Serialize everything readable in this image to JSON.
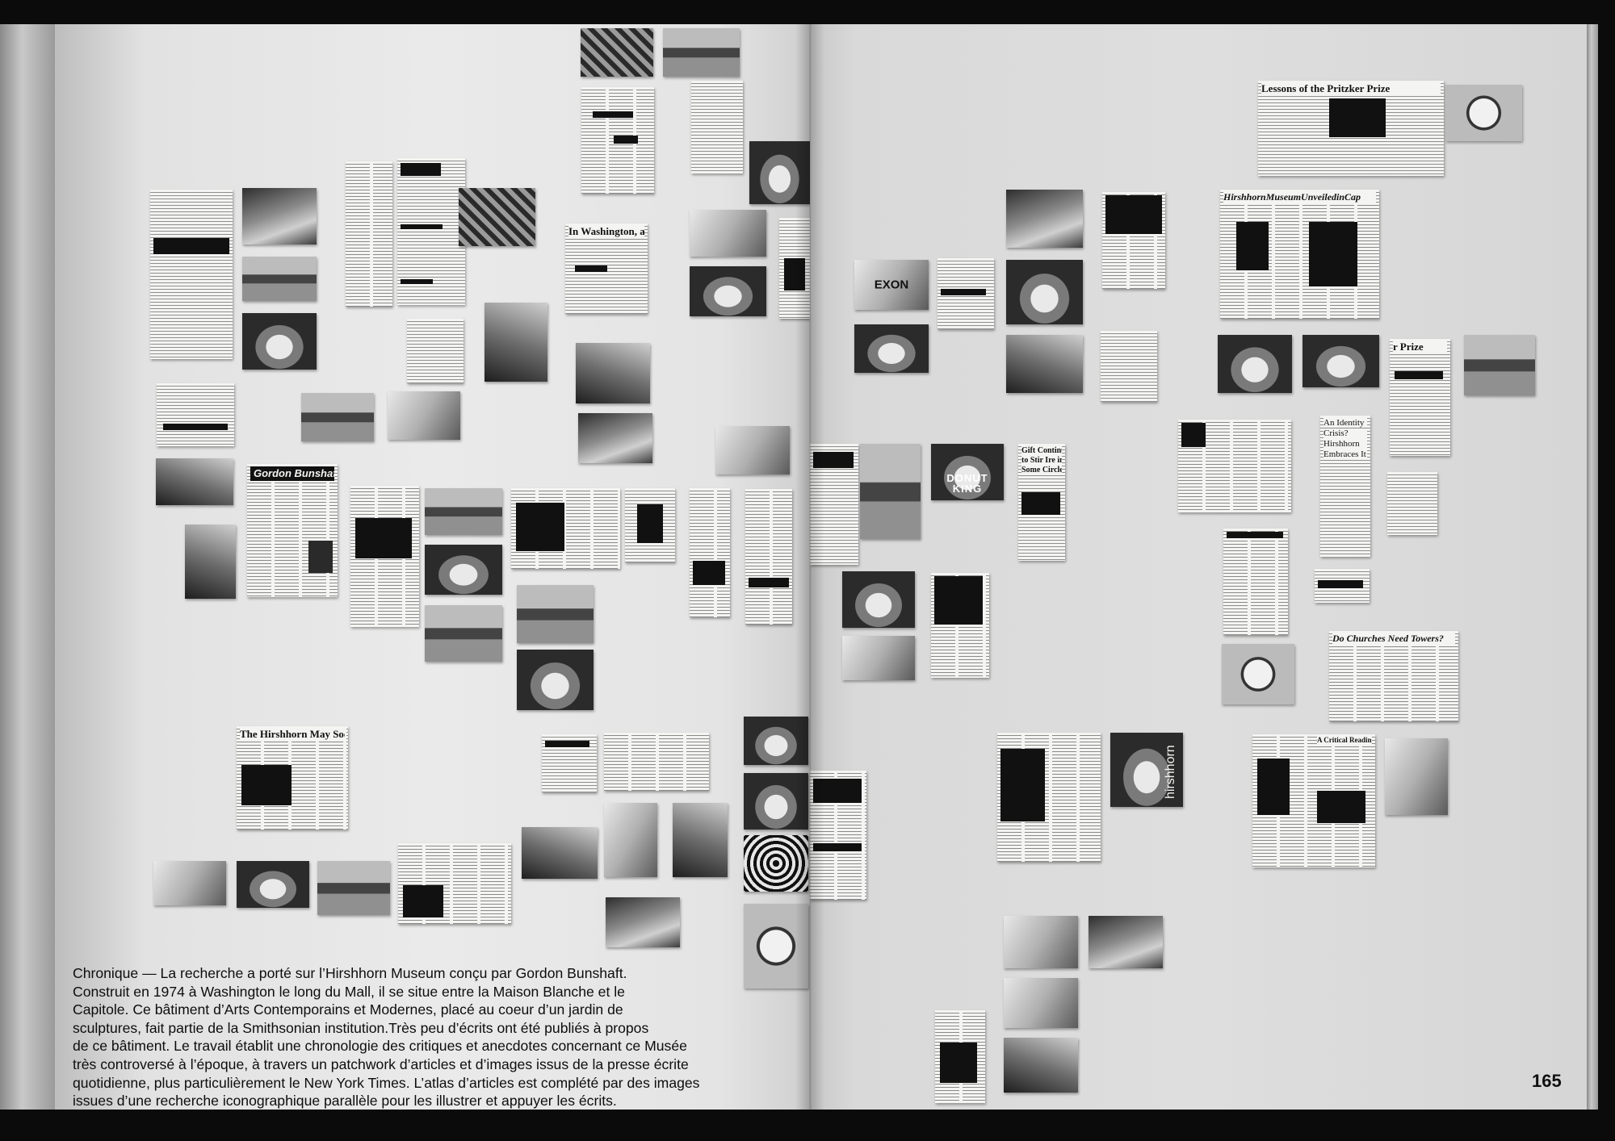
{
  "caption_lines": [
    "Chronique — La recherche a porté sur l’Hirshhorn Museum conçu par Gordon Bunshaft.",
    "Construit en 1974 à Washington le long du Mall, il se situe entre la Maison Blanche et le",
    "Capitole. Ce bâtiment d’Arts Contemporains et Modernes, placé au coeur d’un jardin de",
    "sculptures, fait partie de la Smithsonian institution.Très peu d’écrits ont été publiés à propos",
    "de ce bâtiment. Le travail établit une chronologie des critiques et anecdotes concernant ce Musée",
    "très controversé à l’époque, à travers un patchwork d’articles et d’images issus de la presse écrite",
    "quotidienne, plus particulièrement le New York Times. L’atlas d’articles est complété par des images",
    "issues d’une recherche iconographique parallèle pour les illustrer et appuyer les écrits."
  ],
  "page_number": "165",
  "clipping_headlines": {
    "washington": "In Washington, a Diff",
    "bunshaft": "Gordon Bunshaft,",
    "hirshhorn_soon": "The Hirshhorn May Soon",
    "pritzker": "Lessons of the Pritzker Prize",
    "unveiled": "HirshhornMuseumUnveiledinCap",
    "pritzker_partial": "r Prize",
    "identity": [
      "An Identity",
      "Crisis?",
      "Hirshhorn",
      "Embraces It"
    ],
    "gifts": [
      "Gift Continues",
      "to Stir Ire in",
      "Some Circles"
    ],
    "churches": "Do Churches Need Towers?",
    "critic": "A Critical Reading"
  },
  "photo_labels": {
    "exxon": "EXON",
    "donut": "DONUT KING",
    "hirshhorn_sign": "hirshhorn"
  }
}
